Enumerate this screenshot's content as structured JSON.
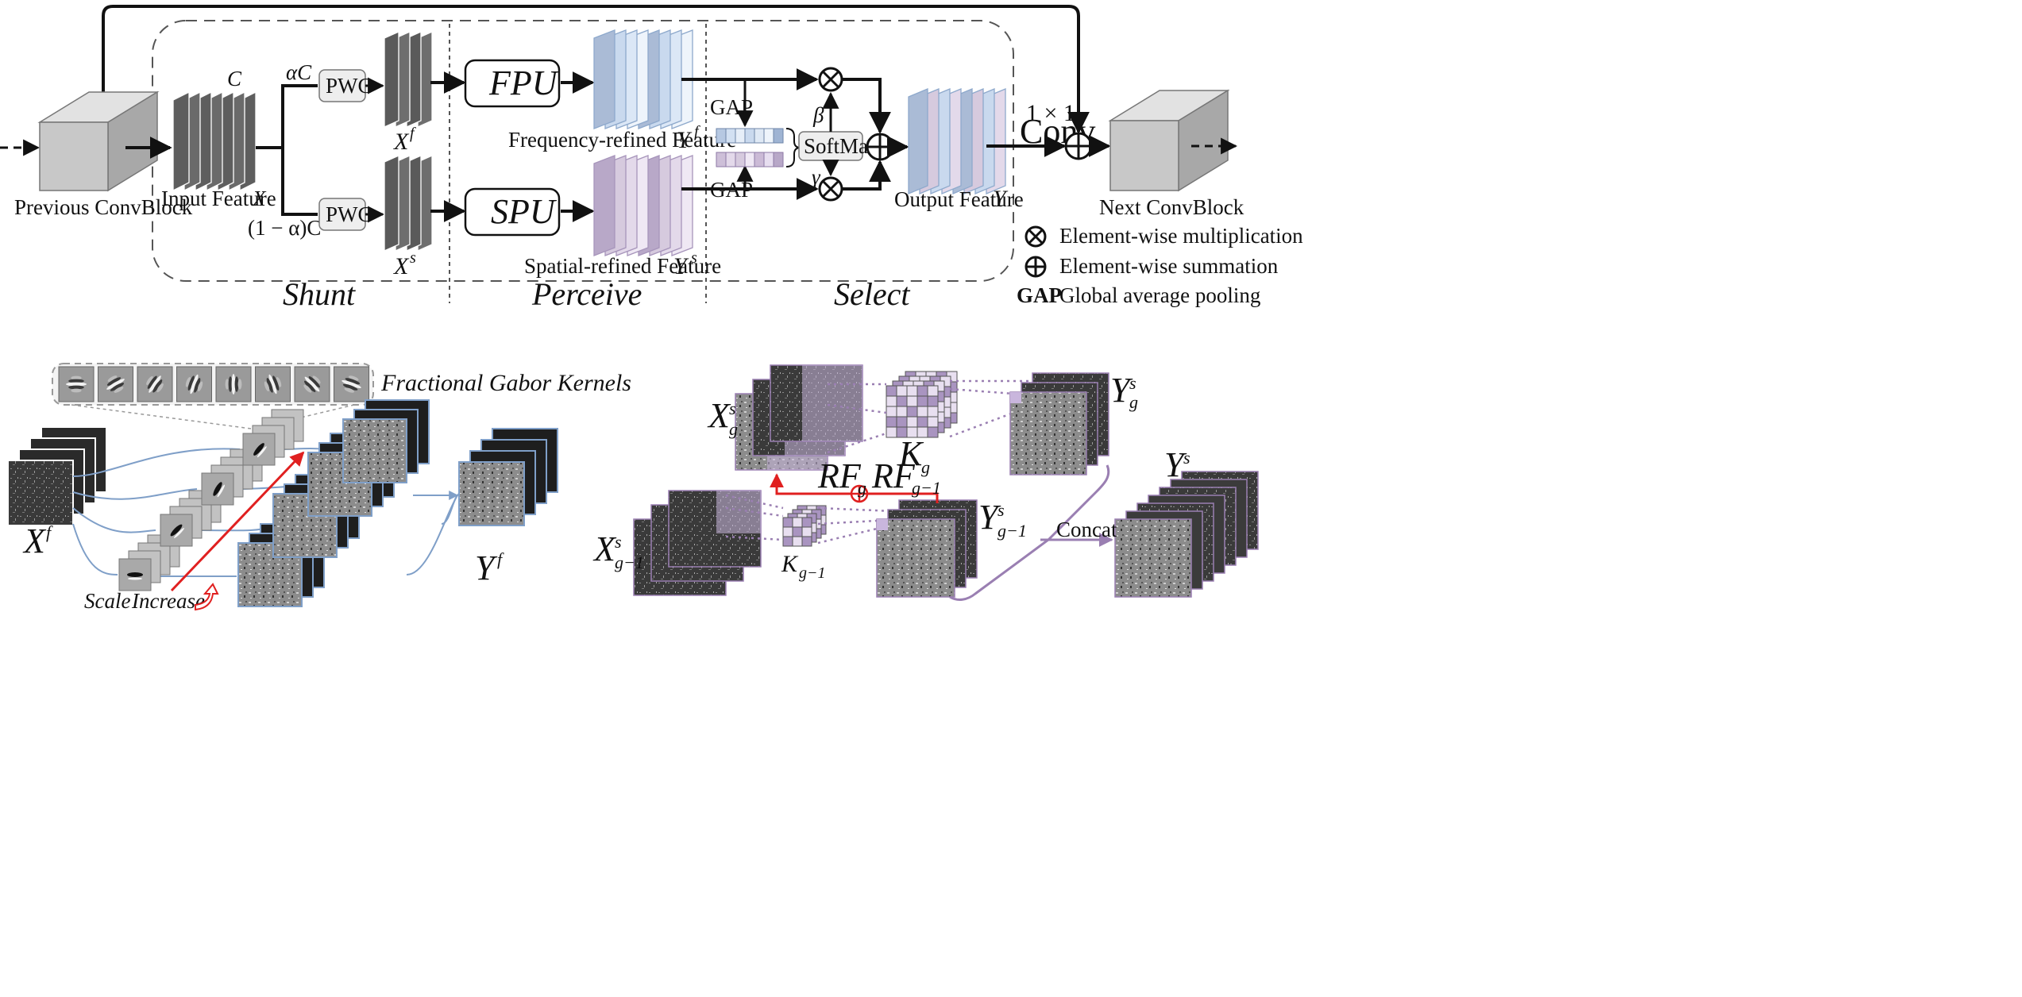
{
  "top": {
    "previous_block": "Previous ConvBlock",
    "next_block": "Next ConvBlock",
    "input_feature": "Input Feature",
    "input_var": "X",
    "channels_C": "C",
    "alpha_C": "αC",
    "one_minus_alpha_C": "(1 − α)C",
    "pwc": "PWC",
    "Xf_base": "X",
    "Xf_sup": "f",
    "Xs_base": "X",
    "Xs_sup": "s",
    "fpu": "FPU",
    "spu": "SPU",
    "freq_feature": "Frequency-refined Feature",
    "freq_var_base": "Y",
    "freq_var_sup": "f",
    "spatial_feature": "Spatial-refined Feature",
    "spatial_var_base": "Y",
    "spatial_var_sup": "s",
    "gap": "GAP",
    "softmax": "SoftMax",
    "beta": "β",
    "gamma": "γ",
    "output_feature": "Output Feature",
    "output_var": "Y",
    "conv_kernel": "1 × 1",
    "conv": "Conv",
    "sections": [
      "Shunt",
      "Perceive",
      "Select"
    ],
    "legend": {
      "mult": "Element-wise multiplication",
      "sum": "Element-wise summation",
      "gap_bold": "GAP",
      "gap_text": "Global average pooling"
    }
  },
  "bottom_left": {
    "kernels_title": "Fractional Gabor Kernels",
    "in_base": "X",
    "in_sup": "f",
    "out_base": "Y",
    "out_sup": "f",
    "scale": "Scale",
    "increase": "Increase"
  },
  "bottom_right": {
    "xg_base": "X",
    "xg_sup": "s",
    "xg_sub": "g",
    "xg1_base": "X",
    "xg1_sup": "s",
    "xg1_sub": "g−1",
    "kg_base": "K",
    "kg_sub": "g",
    "kg1_base": "K",
    "kg1_sub": "g−1",
    "rfg_base": "RF",
    "rfg_sub": "g",
    "rfg1_base": "RF",
    "rfg1_sub": "g−1",
    "yg_base": "Y",
    "yg_sup": "s",
    "yg_sub": "g",
    "yg1_base": "Y",
    "yg1_sup": "s",
    "yg1_sub": "g−1",
    "concat": "Concat",
    "ys_base": "Y",
    "ys_sup": "s"
  },
  "colors": {
    "dark_feature": "#6b6b6b",
    "freq_blue": "#c9d9ee",
    "spatial_purple": "#d6cade",
    "cube_gray": "#c8c8c8",
    "red_arrow": "#e02020",
    "purple_line": "#9a7fb2",
    "blue_line": "#7f9fc8"
  }
}
